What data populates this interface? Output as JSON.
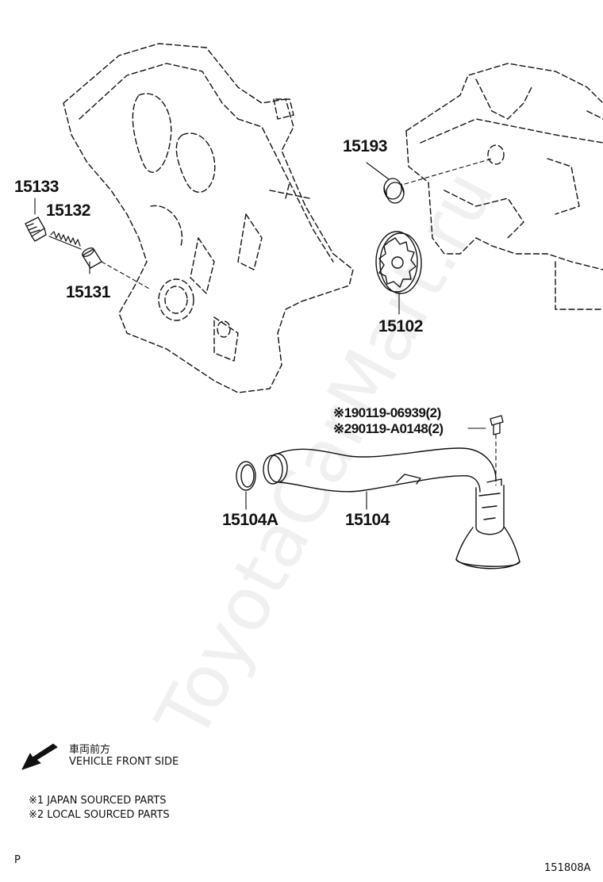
{
  "watermark": "ToyotaCarMart.ru",
  "parts": {
    "p15133": "15133",
    "p15132": "15132",
    "p15131": "15131",
    "p15193": "15193",
    "p15102": "15102",
    "p15104A": "15104A",
    "p15104": "15104",
    "bolt1": "※190119-06939(2)",
    "bolt2": "※290119-A0148(2)"
  },
  "legend": {
    "front_jp": "車両前方",
    "front_en": "VEHICLE FRONT SIDE",
    "note1": "※1 JAPAN SOURCED PARTS",
    "note2": "※2 LOCAL SOURCED PARTS"
  },
  "footer": {
    "left_mark": "P",
    "figure_code": "151808A"
  }
}
